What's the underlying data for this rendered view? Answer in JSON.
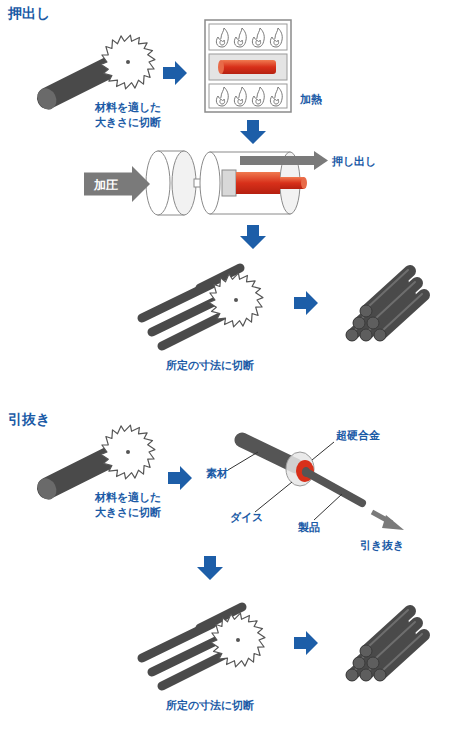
{
  "diagram": {
    "nodes": [
      {
        "text": [
          "加圧"
        ]
      }
    ],
    "labels": [
      "押出し",
      "材料を適した 大きさに切断",
      "加熱",
      "押し出し",
      "所定の寸法に切断",
      "引抜き",
      "材料を適した 大きさに切断",
      "超硬合金",
      "素材",
      "ダイス",
      "製品",
      "引き抜き",
      "所定の寸法に切断"
    ]
  }
}
